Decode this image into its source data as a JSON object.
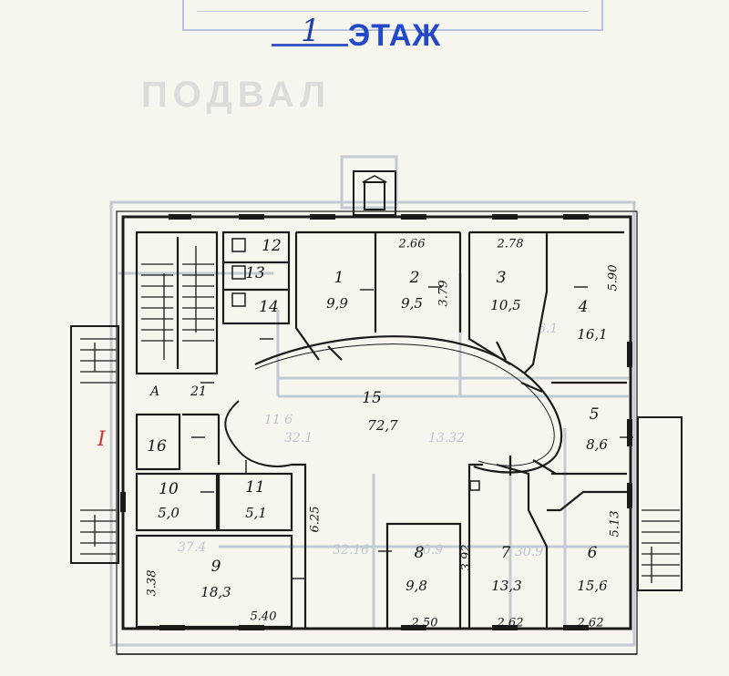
{
  "floor": {
    "number": "1",
    "label": "ЭТАЖ"
  },
  "background_overlay": {
    "label": "ПОДВАЛ"
  },
  "side_mark": "I",
  "rooms": [
    {
      "id": "1",
      "area": "9,9"
    },
    {
      "id": "2",
      "area": "9,5"
    },
    {
      "id": "3",
      "area": "10,5"
    },
    {
      "id": "4",
      "area": "16,1"
    },
    {
      "id": "5",
      "area": "8,6"
    },
    {
      "id": "6",
      "area": "15,6"
    },
    {
      "id": "7",
      "area": "13,3"
    },
    {
      "id": "8",
      "area": "9,8"
    },
    {
      "id": "9",
      "area": "18,3"
    },
    {
      "id": "10",
      "area": "5,0"
    },
    {
      "id": "11",
      "area": "5,1"
    },
    {
      "id": "12",
      "area": ""
    },
    {
      "id": "13",
      "area": ""
    },
    {
      "id": "14",
      "area": ""
    },
    {
      "id": "15",
      "area": "72,7"
    },
    {
      "id": "16",
      "area": ""
    }
  ],
  "stairs": [
    {
      "label": "А"
    },
    {
      "label": "21"
    }
  ],
  "dimensions": [
    "2.66",
    "2.78",
    "3.79",
    "5.90",
    "6.25",
    "3.92",
    "5.13",
    "3.38",
    "5.40",
    "2.50",
    "2.62",
    "2.62"
  ],
  "colors": {
    "ink": "#1a1a1a",
    "stamp": "#2348c8",
    "ghost": "#c4cad4",
    "red": "#d03030"
  }
}
